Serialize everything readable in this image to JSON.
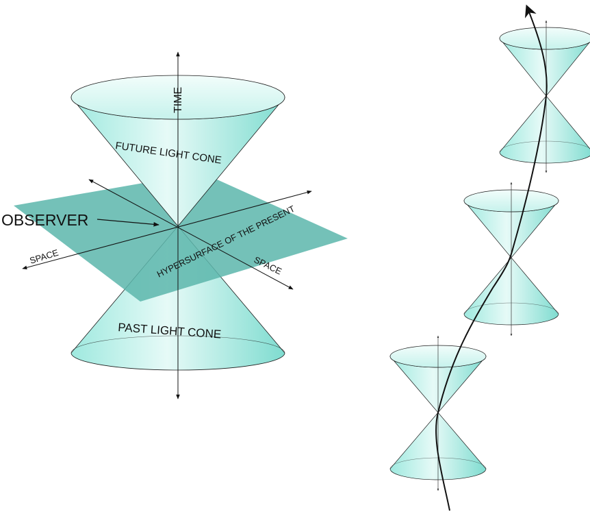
{
  "labels": {
    "time": "TIME",
    "future_cone": "FUTURE LIGHT CONE",
    "past_cone": "PAST LIGHT CONE",
    "observer": "OBSERVER",
    "space_left": "SPACE",
    "space_right": "SPACE",
    "hypersurface": "HYPERSURFACE OF THE PRESENT"
  },
  "colors": {
    "cone_fill_light": "#e3f9f6",
    "cone_fill_dark": "#8fe6dc",
    "plane_fill": "#5fb8ad",
    "stroke": "#1a1a1a"
  }
}
